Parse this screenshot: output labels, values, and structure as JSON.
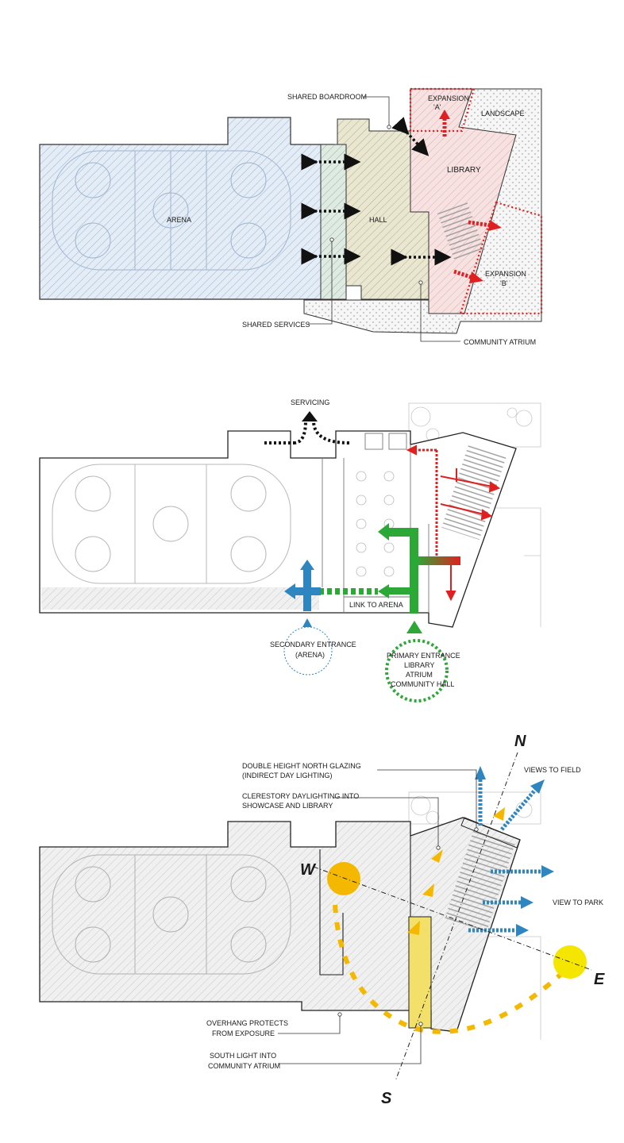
{
  "diagram1": {
    "labels": {
      "shared_boardroom": "SHARED BOARDROOM",
      "expansion_a_1": "EXPANSION",
      "expansion_a_2": "'A'",
      "landscape": "LANDSCAPE",
      "library": "LIBRARY",
      "arena": "ARENA",
      "hall": "HALL",
      "expansion_b_1": "EXPANSION",
      "expansion_b_2": "'B'",
      "shared_services": "SHARED SERVICES",
      "community_atrium": "COMMUNITY ATRIUM"
    },
    "colors": {
      "arena": "#8fb0d6",
      "hall": "#a9a36b",
      "library": "#e8a0a0",
      "expansion": "#e02020",
      "shared": "#5a8f7a"
    }
  },
  "diagram2": {
    "labels": {
      "servicing": "SERVICING",
      "link_to_arena": "LINK TO ARENA",
      "secondary_1": "SECONDARY ENTRANCE",
      "secondary_2": "(ARENA)",
      "primary_1": "PRIMARY ENTRANCE",
      "primary_2": "LIBRARY",
      "primary_3": "ATRIUM",
      "primary_4": "COMMUNITY HALL"
    },
    "colors": {
      "primary": "#2ca836",
      "secondary": "#2e86c1",
      "library": "#e02020"
    }
  },
  "diagram3": {
    "labels": {
      "north_glazing_1": "DOUBLE HEIGHT NORTH GLAZING",
      "north_glazing_2": "(INDIRECT DAY LIGHTING)",
      "clerestory_1": "CLERESTORY DAYLIGHTING INTO",
      "clerestory_2": "SHOWCASE AND LIBRARY",
      "views_to_field": "VIEWS TO FIELD",
      "view_to_park": "VIEW TO PARK",
      "overhang_1": "OVERHANG PROTECTS",
      "overhang_2": "FROM  EXPOSURE",
      "south_light_1": "SOUTH LIGHT INTO",
      "south_light_2": "COMMUNITY ATRIUM",
      "compass_n": "N",
      "compass_s": "S",
      "compass_e": "E",
      "compass_w": "W"
    },
    "colors": {
      "sun": "#f5b800",
      "sun_east": "#f5e600",
      "views": "#2e86c1"
    }
  }
}
